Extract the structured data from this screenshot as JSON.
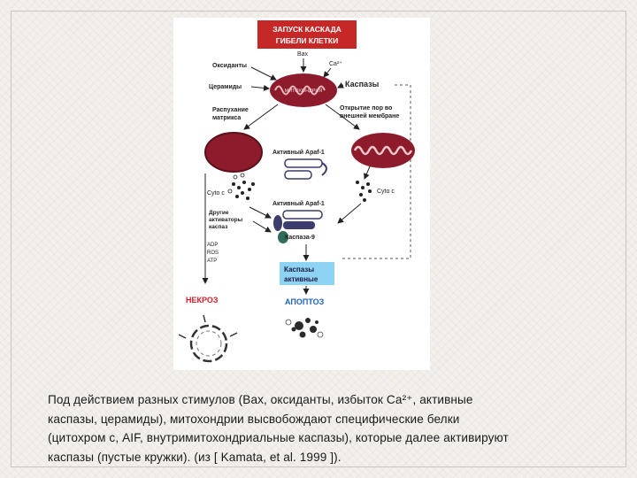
{
  "diagram": {
    "title_line1": "ЗАПУСК КАСКАДА",
    "title_line2": "ГИБЕЛИ КЛЕТКИ",
    "bax": "Вах",
    "oxidants": "Оксиданты",
    "ca": "Ca²⁺",
    "ceramides": "Церамиды",
    "caspases": "Каспазы",
    "mitochondrion": "МИТОХОНДРИЯ",
    "swelling_line1": "Распухание",
    "swelling_line2": "матрикса",
    "pores_line1": "Открытие пор во",
    "pores_line2": "внешней мембране",
    "active_apaf1_top": "Активный Apaf-1",
    "cyto_c_left": "Cyto c",
    "cyto_c_right": "Cyto c",
    "active_apaf1_mid": "Активный Apaf-1",
    "other_line1": "Другие",
    "other_line2": "активаторы",
    "other_line3": "каспаз",
    "caspase9": "Каспаза-9",
    "adp": "ADP",
    "ros": "ROS",
    "atp": "ATP",
    "active_caspases_line1": "Каспазы",
    "active_caspases_line2": "активные",
    "necrosis": "НЕКРОЗ",
    "apoptosis": "АПОПТОЗ"
  },
  "caption": {
    "line1": "Под  действием разных стимулов (Вах, оксиданты, избыток Са²⁺, активные",
    "line2": "каспазы, церамиды), митохондрии высвобождают специфические белки",
    "line3": "(цитохром с,  AIF, внутримитохондриальные каспазы), которые далее активируют",
    "line4": "каспазы (пустые кружки). (из [ Kamata, et al. 1999 ])."
  },
  "colors": {
    "title_bg": "#c62828",
    "mito": "#8e1b2c",
    "active_box": "#8fd3f4",
    "necrosis": "#d0202a",
    "apoptosis": "#1e63b8",
    "caption_text": "#1a1a1a"
  }
}
